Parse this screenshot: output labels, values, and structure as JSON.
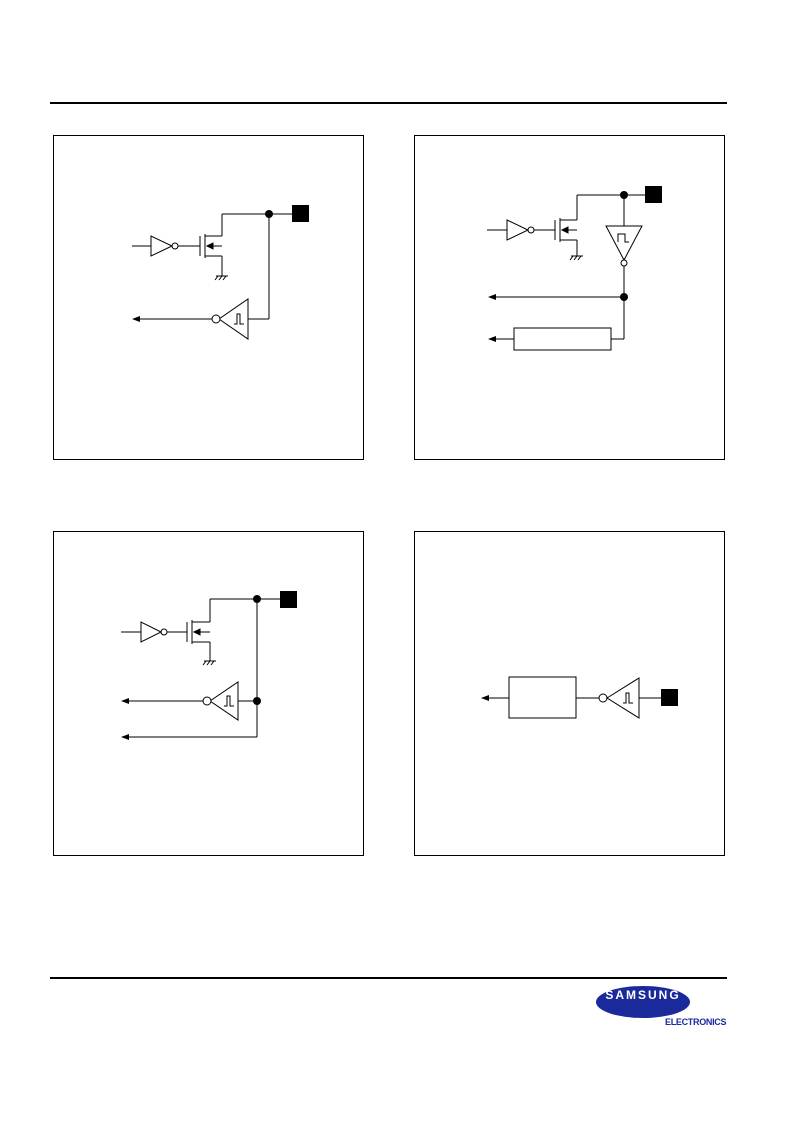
{
  "document": {
    "figures": [
      {
        "id": "fig-a",
        "description": "open-drain output with schmitt trigger input"
      },
      {
        "id": "fig-b",
        "description": "open-drain output with schmitt input and function block"
      },
      {
        "id": "fig-c",
        "description": "open-drain output with schmitt input and direct input path"
      },
      {
        "id": "fig-d",
        "description": "schmitt trigger input into function block"
      }
    ]
  },
  "footer": {
    "brand_logo": "SAMSUNG",
    "brand_sub": "ELECTRONICS",
    "brand_color": "#1a2a9a"
  }
}
